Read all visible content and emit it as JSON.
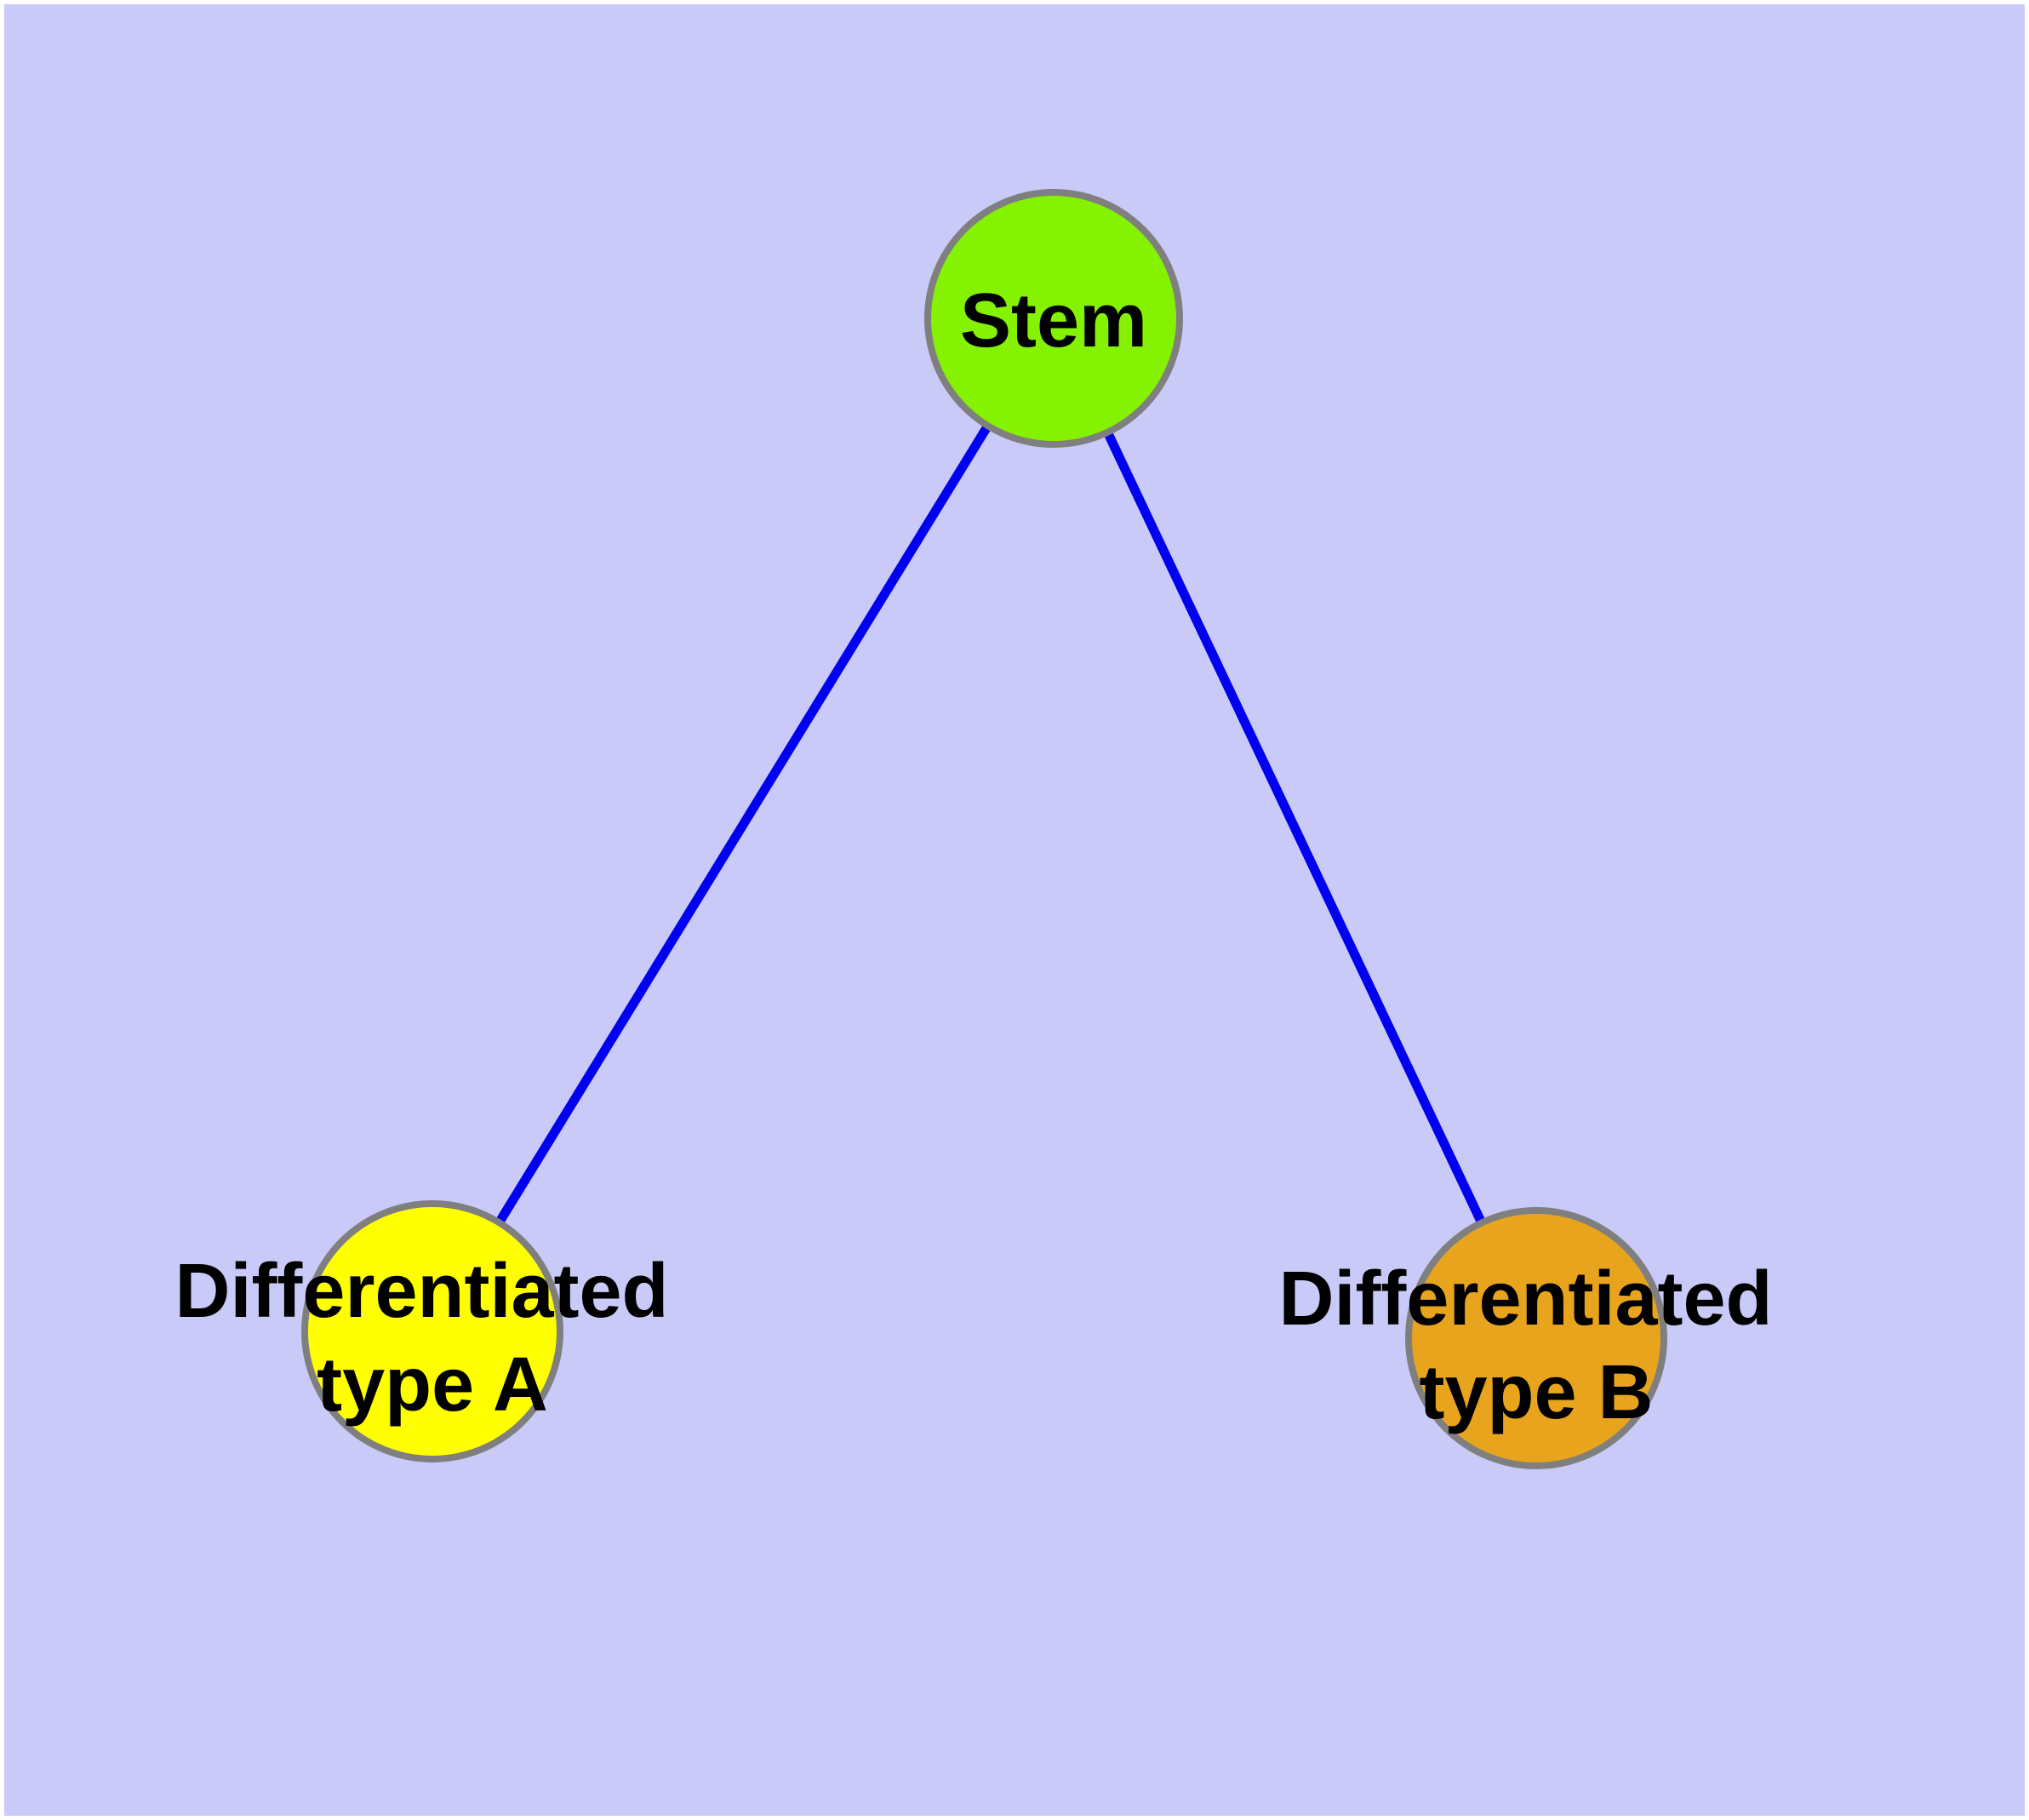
{
  "diagram": {
    "background_color": "#CACAF9",
    "frame_color": "#FFFFFF",
    "edge_color": "#0000F0",
    "node_border_color": "#7F7F7F",
    "text_color": "#000000",
    "nodes": [
      {
        "id": "stem",
        "label": "Stem",
        "fill": "#84F200"
      },
      {
        "id": "type-a",
        "label": "Differentiated type A",
        "label_line1": "Differentiated",
        "label_line2": "type A",
        "fill": "#FFFF00"
      },
      {
        "id": "type-b",
        "label": "Differentiated type B",
        "label_line1": "Differentiated",
        "label_line2": "type B",
        "fill": "#E8A41C"
      }
    ],
    "edges": [
      {
        "from": "Stem",
        "to": "Differentiated type A"
      },
      {
        "from": "Stem",
        "to": "Differentiated type B"
      }
    ]
  }
}
